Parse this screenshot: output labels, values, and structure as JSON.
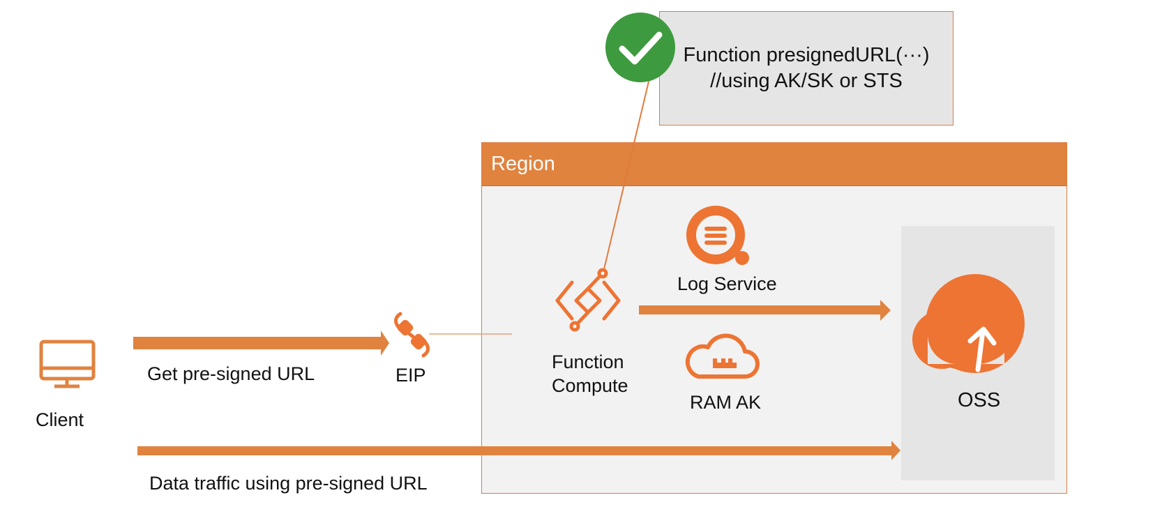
{
  "region": {
    "title": "Region"
  },
  "callout": {
    "line1": "Function presignedURL(···)",
    "line2": "//using AK/SK or STS"
  },
  "nodes": {
    "client": {
      "label": "Client",
      "icon": "monitor-icon"
    },
    "eip": {
      "label": "EIP",
      "icon": "eip-link-icon"
    },
    "function_compute": {
      "label_line1": "Function",
      "label_line2": "Compute",
      "icon": "function-compute-icon"
    },
    "log_service": {
      "label": "Log Service",
      "icon": "log-service-icon"
    },
    "ram_ak": {
      "label": "RAM AK",
      "icon": "ram-cloud-icon"
    },
    "oss": {
      "label": "OSS",
      "icon": "oss-cloud-upload-icon"
    }
  },
  "flows": {
    "get_url": "Get pre-signed URL",
    "data_traffic": "Data traffic using pre-signed URL"
  },
  "status": {
    "icon": "checkmark-icon",
    "color": "#3e9a3f"
  },
  "colors": {
    "accent": "#e0833f",
    "icon_orange": "#ed7433",
    "panel_gray": "#f2f2f2",
    "oss_gray": "#e6e5e6"
  }
}
